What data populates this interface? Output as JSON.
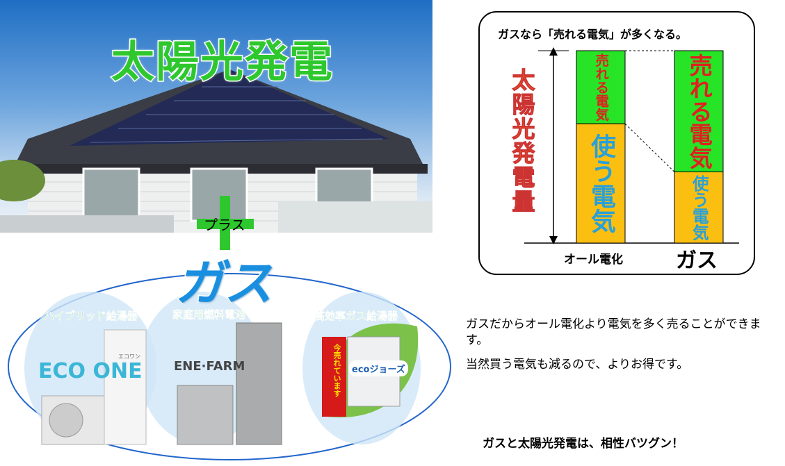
{
  "hero": {
    "title": "太陽光発電",
    "plus_label": "プラス",
    "gas_title": "ガス"
  },
  "products": [
    {
      "label": "ハイブリッド給湯器",
      "brand": "ECO ONE",
      "brand_sub": "エコワン"
    },
    {
      "label": "家庭用燃料電池",
      "brand": "ENE·FARM"
    },
    {
      "label": "高効率ガス給湯器",
      "brand": "ecoジョーズ",
      "badge": "今売れています"
    }
  ],
  "chart": {
    "title": "ガスなら「売れる電気」が多くなる。",
    "vertical_label": "太陽光発電量",
    "bars": [
      {
        "category": "オール電化",
        "sell_label": "売れる電気",
        "use_label": "使う電気",
        "sell": 0.38,
        "use": 0.62
      },
      {
        "category": "ガス",
        "sell_label": "売れる電気",
        "use_label": "使う電気",
        "sell": 0.63,
        "use": 0.37
      }
    ]
  },
  "chart_data": {
    "type": "bar",
    "title": "ガスなら「売れる電気」が多くなる。",
    "ylabel": "太陽光発電量",
    "categories": [
      "オール電化",
      "ガス"
    ],
    "series": [
      {
        "name": "使う電気",
        "values": [
          0.62,
          0.37
        ]
      },
      {
        "name": "売れる電気",
        "values": [
          0.38,
          0.63
        ]
      }
    ],
    "ylim": [
      0,
      1
    ]
  },
  "text": {
    "description_1": "ガスだからオール電化より電気を多く売ることができます。",
    "description_2": "当然買う電気も減るので、よりお得です。",
    "conclusion": "ガスと太陽光発電は、相性バツグン！"
  },
  "colors": {
    "sell": "#27e427",
    "use": "#fbbf12",
    "title_green": "#2ec82e",
    "gas_blue": "#1a8fe0",
    "vertical_orange": "#ff6a10"
  }
}
